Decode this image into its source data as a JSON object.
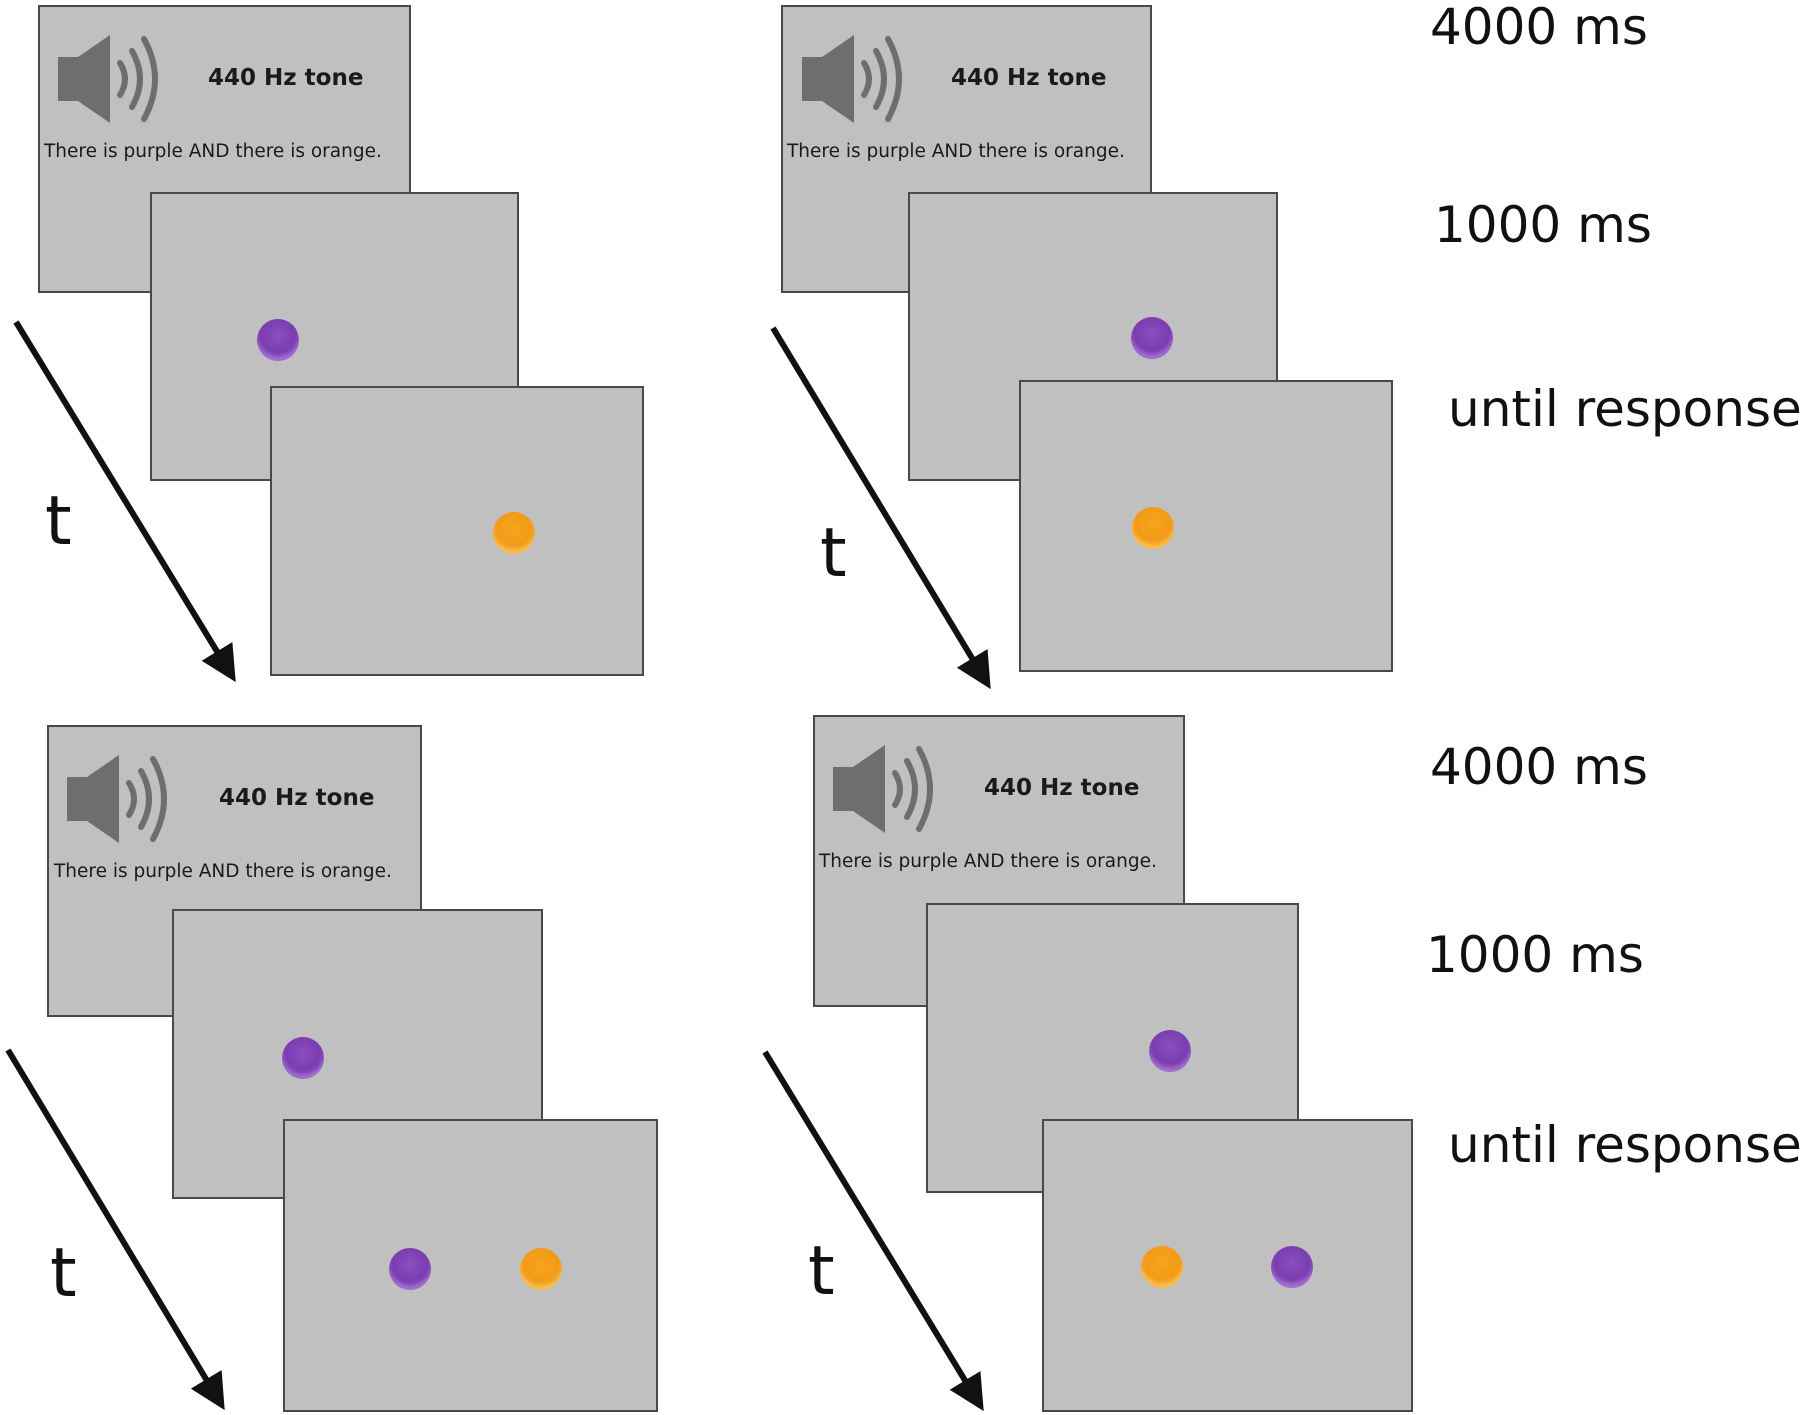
{
  "panels": [
    {
      "cue": {
        "tone_label": "440 Hz tone",
        "sentence": "There is purple AND there is orange."
      },
      "first_stimulus": [
        "purple"
      ],
      "second_stimulus": [
        "orange"
      ],
      "time_label": "t"
    },
    {
      "cue": {
        "tone_label": "440 Hz tone",
        "sentence": "There is purple AND there is orange."
      },
      "first_stimulus": [
        "purple"
      ],
      "second_stimulus": [
        "orange"
      ],
      "time_label": "t"
    },
    {
      "cue": {
        "tone_label": "440 Hz tone",
        "sentence": "There is purple AND there is orange."
      },
      "first_stimulus": [
        "purple"
      ],
      "second_stimulus": [
        "purple",
        "orange"
      ],
      "time_label": "t"
    },
    {
      "cue": {
        "tone_label": "440 Hz tone",
        "sentence": "There is purple AND there is orange."
      },
      "first_stimulus": [
        "purple"
      ],
      "second_stimulus": [
        "orange",
        "purple"
      ],
      "time_label": "t"
    }
  ],
  "timings": {
    "top": [
      "4000 ms",
      "1000 ms",
      "until response"
    ],
    "bottom": [
      "4000 ms",
      "1000 ms",
      "until response"
    ]
  },
  "icons": {
    "speaker": "speaker-volume-icon",
    "arrow": "time-arrow"
  },
  "colors": {
    "screen_background": "#c0c0c0",
    "screen_border": "#4a4a4a",
    "purple_dot": "#7a3cb0",
    "orange_dot": "#f29a16",
    "speaker_icon": "#6e6e6e",
    "text": "#111111"
  }
}
